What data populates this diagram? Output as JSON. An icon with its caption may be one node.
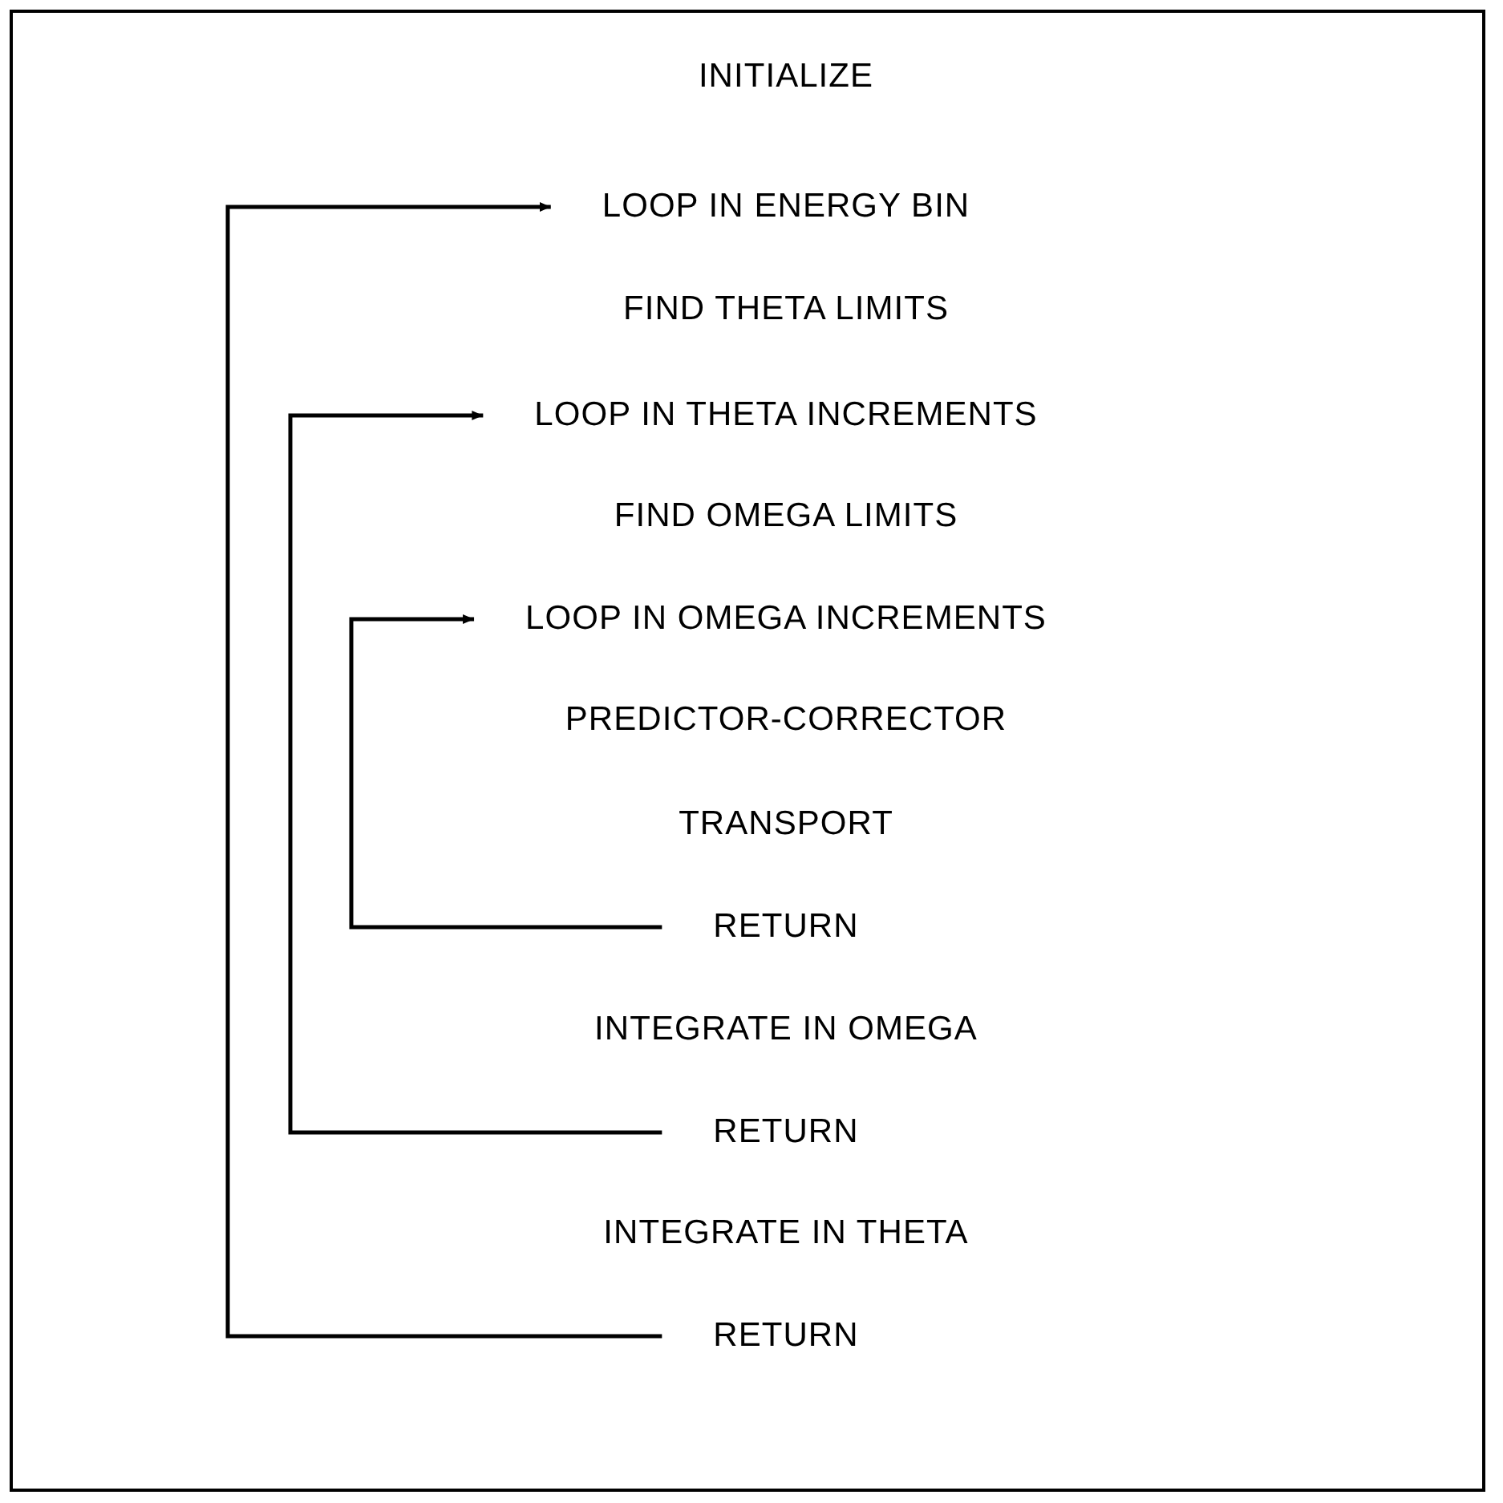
{
  "diagram": {
    "nodes": [
      {
        "text": [
          "INITIALIZE"
        ]
      },
      {
        "text": [
          "LOOP IN ENERGY BIN"
        ]
      },
      {
        "text": [
          "FIND THETA LIMITS"
        ]
      },
      {
        "text": [
          "LOOP IN THETA INCREMENTS"
        ]
      },
      {
        "text": [
          "FIND OMEGA LIMITS"
        ]
      },
      {
        "text": [
          "LOOP IN OMEGA INCREMENTS"
        ]
      },
      {
        "text": [
          "PREDICTOR-CORRECTOR"
        ]
      },
      {
        "text": [
          "TRANSPORT"
        ]
      },
      {
        "text": [
          "RETURN"
        ]
      },
      {
        "text": [
          "INTEGRATE IN OMEGA"
        ]
      },
      {
        "text": [
          "RETURN"
        ]
      },
      {
        "text": [
          "INTEGRATE IN THETA"
        ]
      },
      {
        "text": [
          "RETURN"
        ]
      }
    ],
    "edges": [
      {
        "from": 8,
        "to": 5,
        "arrow": "to"
      },
      {
        "from": 10,
        "to": 3,
        "arrow": "to"
      },
      {
        "from": 12,
        "to": 1,
        "arrow": "to"
      }
    ]
  }
}
